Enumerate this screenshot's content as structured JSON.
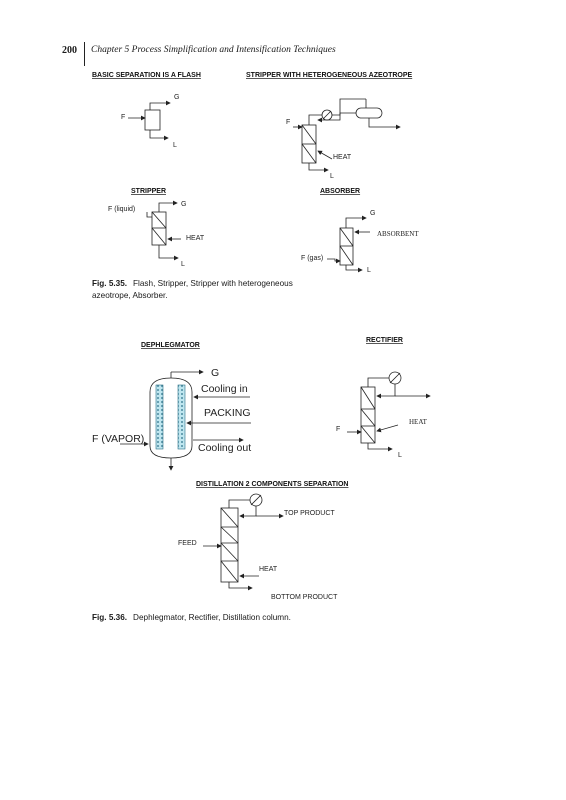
{
  "header": {
    "page_number": "200",
    "chapter_title": "Chapter 5  Process Simplification and Intensification Techniques"
  },
  "figure_535": {
    "flash": {
      "title": "BASIC SEPARATION IS A FLASH",
      "feed": "F",
      "gas": "G",
      "liquid": "L"
    },
    "azeotrope_stripper": {
      "title": "STRIPPER WITH HETEROGENEOUS AZEOTROPE",
      "feed": "F",
      "heat": "HEAT",
      "liquid": "L"
    },
    "stripper": {
      "title": "STRIPPER",
      "feed": "F (liquid)",
      "gas": "G",
      "heat": "HEAT",
      "liquid": "L"
    },
    "absorber": {
      "title": "ABSORBER",
      "gas_out": "G",
      "absorbent": "ABSORBENT",
      "feed": "F (gas)",
      "liquid": "L"
    },
    "caption_label": "Fig. 5.35.",
    "caption_text": "Flash, Stripper, Stripper with heterogeneous azeotrope, Absorber."
  },
  "figure_536": {
    "dephlegmator": {
      "title": "DEPHLEGMATOR ",
      "gas": "G",
      "cooling_in": "Cooling in",
      "packing": "PACKING",
      "feed": "F (VAPOR)",
      "cooling_out": "Cooling out"
    },
    "rectifier": {
      "title": "RECTIFIER ",
      "feed": "F",
      "heat": "HEAT",
      "liquid": "L"
    },
    "distillation": {
      "title": "DISTILLATION 2  COMPONENTS SEPARATION",
      "top_product": "TOP PRODUCT",
      "feed": "FEED",
      "heat": "HEAT",
      "bottom_product": "BOTTOM PRODUCT"
    },
    "caption_label": "Fig. 5.36.",
    "caption_text": "Dephlegmator, Rectifier, Distillation column."
  }
}
